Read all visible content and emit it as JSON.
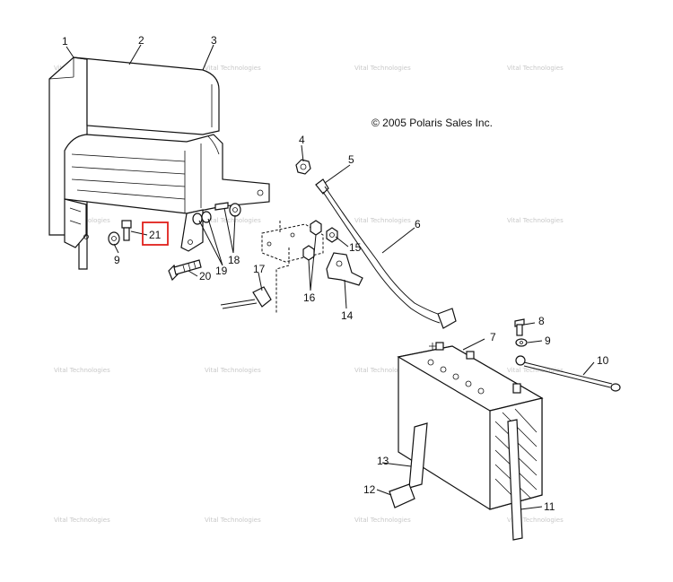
{
  "copyright": "© 2005 Polaris Sales Inc.",
  "watermark_text": "Vital Technologies",
  "highlight_color": "#e0201b",
  "callouts": {
    "c1": "1",
    "c2": "2",
    "c3": "3",
    "c4": "4",
    "c5": "5",
    "c6": "6",
    "c7": "7",
    "c8": "8",
    "c9a": "9",
    "c9b": "9",
    "c10": "10",
    "c11": "11",
    "c12": "12",
    "c13": "13",
    "c14": "14",
    "c15": "15",
    "c16": "16",
    "c17": "17",
    "c18": "18",
    "c19": "19",
    "c20": "20",
    "c21": "21"
  }
}
